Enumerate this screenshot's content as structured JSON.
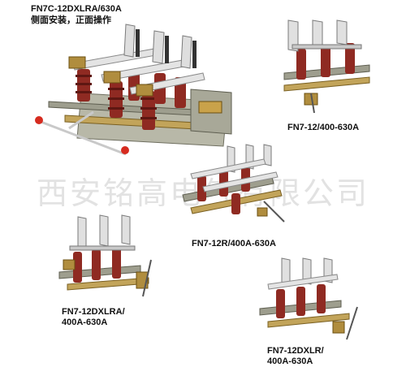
{
  "products": [
    {
      "id": "fn7c",
      "model": "FN7C-12DXLRA/630A",
      "subtitle": "侧面安装，正面操作"
    },
    {
      "id": "fn7-12",
      "model": "FN7-12/400-630A"
    },
    {
      "id": "fn7-12r",
      "model": "FN7-12R/400A-630A"
    },
    {
      "id": "fn7-12dxlra",
      "model_line1": "FN7-12DXLRA/",
      "model_line2": "400A-630A"
    },
    {
      "id": "fn7-12dxlr",
      "model_line1": "FN7-12DXLR/",
      "model_line2": "400A-630A"
    }
  ],
  "watermark": "西安铭高电气有限公司",
  "colors": {
    "insulator": "#8f2a22",
    "insulator_dark": "#5e1712",
    "brass": "#b08d3e",
    "frame": "#9a9a8a",
    "blade": "#e4e4e4",
    "knob": "#d62b1f"
  }
}
